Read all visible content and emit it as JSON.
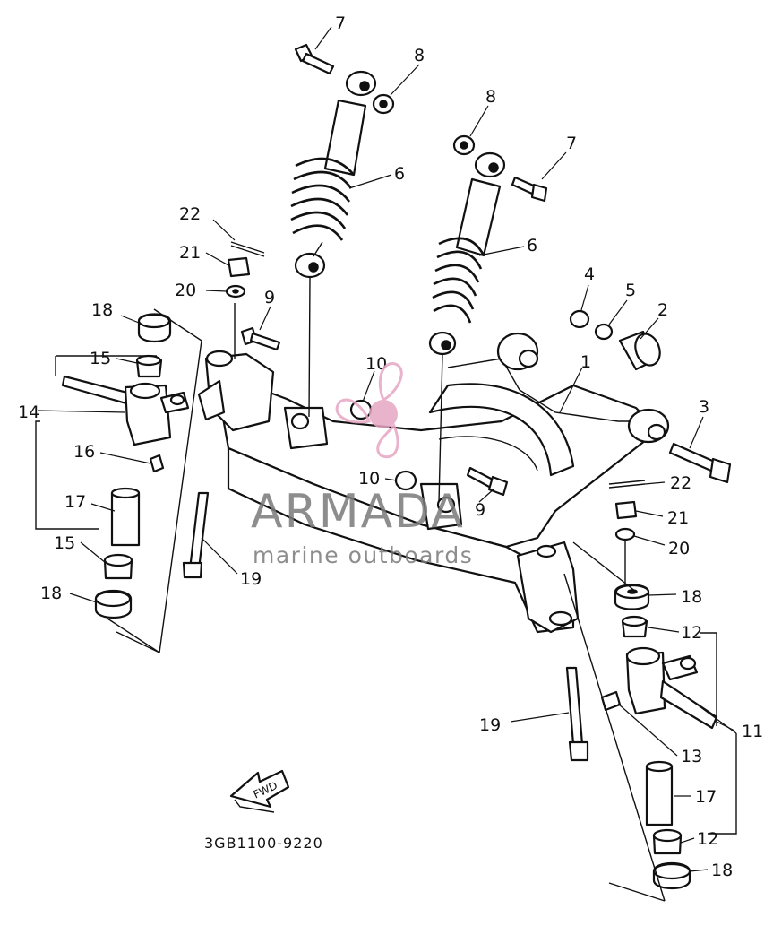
{
  "diagram": {
    "drawing_code": "3GB1100-9220",
    "direction_label": "FWD",
    "watermark": {
      "brand": "ARMADA",
      "tagline": "marine outboards",
      "brand_color": "#7a7a7a",
      "accent_color": "#e6a6c4"
    },
    "callouts": [
      {
        "id": "c7a",
        "text": "7"
      },
      {
        "id": "c8a",
        "text": "8"
      },
      {
        "id": "c8b",
        "text": "8"
      },
      {
        "id": "c7b",
        "text": "7"
      },
      {
        "id": "c6a",
        "text": "6"
      },
      {
        "id": "c6b",
        "text": "6"
      },
      {
        "id": "c22a",
        "text": "22"
      },
      {
        "id": "c21a",
        "text": "21"
      },
      {
        "id": "c20a",
        "text": "20"
      },
      {
        "id": "c9a",
        "text": "9"
      },
      {
        "id": "c18a",
        "text": "18"
      },
      {
        "id": "c15a",
        "text": "15"
      },
      {
        "id": "c10a",
        "text": "10"
      },
      {
        "id": "c14",
        "text": "14"
      },
      {
        "id": "c16",
        "text": "16"
      },
      {
        "id": "c17a",
        "text": "17"
      },
      {
        "id": "c15b",
        "text": "15"
      },
      {
        "id": "c18b",
        "text": "18"
      },
      {
        "id": "c19a",
        "text": "19"
      },
      {
        "id": "c10b",
        "text": "10"
      },
      {
        "id": "c9b",
        "text": "9"
      },
      {
        "id": "c4",
        "text": "4"
      },
      {
        "id": "c5",
        "text": "5"
      },
      {
        "id": "c2",
        "text": "2"
      },
      {
        "id": "c1",
        "text": "1"
      },
      {
        "id": "c3",
        "text": "3"
      },
      {
        "id": "c22b",
        "text": "22"
      },
      {
        "id": "c21b",
        "text": "21"
      },
      {
        "id": "c20b",
        "text": "20"
      },
      {
        "id": "c18c",
        "text": "18"
      },
      {
        "id": "c12a",
        "text": "12"
      },
      {
        "id": "c11",
        "text": "11"
      },
      {
        "id": "c19b",
        "text": "19"
      },
      {
        "id": "c13",
        "text": "13"
      },
      {
        "id": "c17b",
        "text": "17"
      },
      {
        "id": "c12b",
        "text": "12"
      },
      {
        "id": "c18d",
        "text": "18"
      }
    ]
  }
}
